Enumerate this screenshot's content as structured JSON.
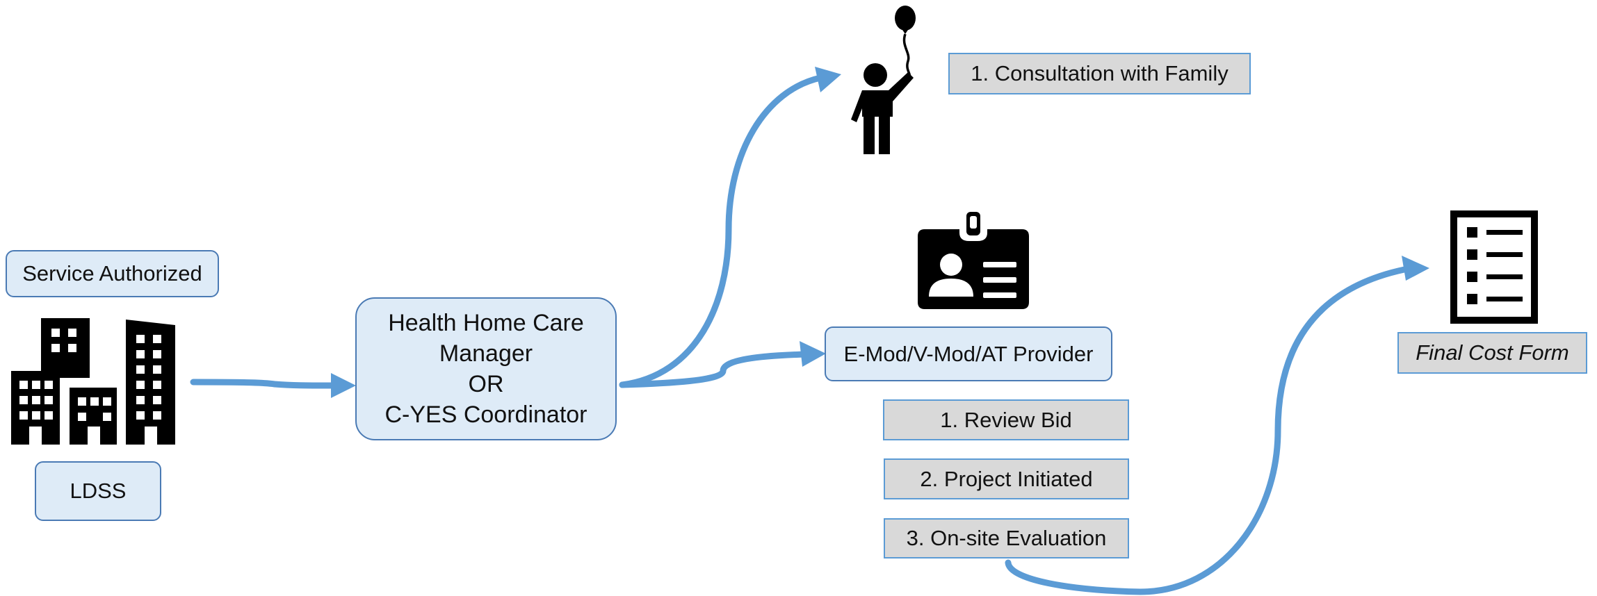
{
  "nodes": {
    "service_authorized": "Service Authorized",
    "ldss": "LDSS",
    "care_manager": {
      "line1": "Health Home Care",
      "line2": "Manager",
      "line3": "OR",
      "line4": "C-YES Coordinator"
    },
    "consultation": "1. Consultation with Family",
    "provider": "E-Mod/V-Mod/AT Provider",
    "steps": [
      "1. Review Bid",
      "2. Project Initiated",
      "3. On-site Evaluation"
    ],
    "final_cost_form": "Final Cost Form"
  },
  "icons": {
    "buildings": "buildings-icon",
    "child": "child-with-balloon-icon",
    "id_badge": "id-badge-icon",
    "form": "checklist-form-icon"
  },
  "colors": {
    "arrow": "#5b9bd5",
    "blue_box_fill": "#deebf7",
    "blue_box_border": "#4a7ab4",
    "gray_box_fill": "#d9d9d9",
    "gray_box_border": "#5b9bd5",
    "icon": "#000000"
  }
}
